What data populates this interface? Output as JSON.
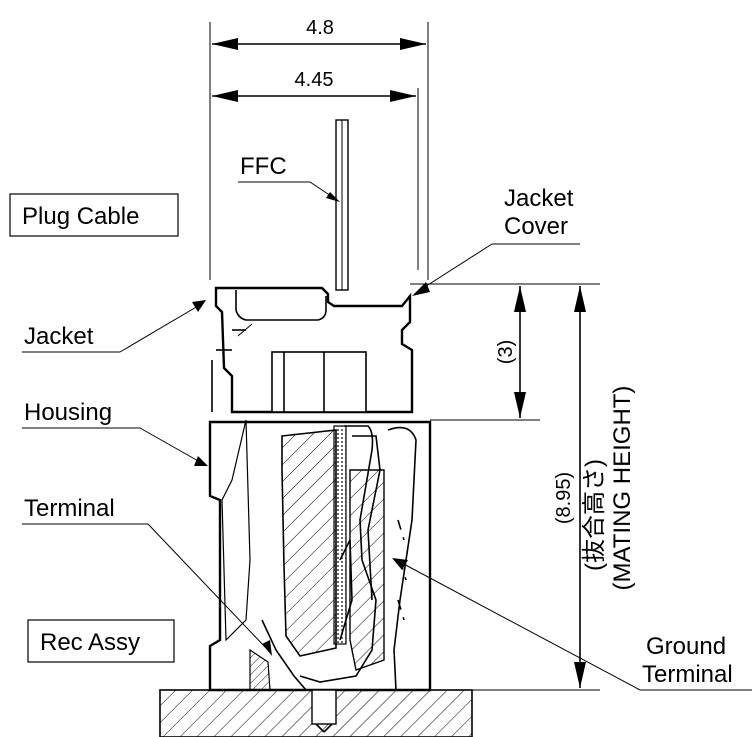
{
  "labels": {
    "plug_cable": "Plug Cable",
    "rec_assy": "Rec Assy",
    "ffc": "FFC",
    "jacket_cover_line1": "Jacket",
    "jacket_cover_line2": "Cover",
    "jacket": "Jacket",
    "housing": "Housing",
    "terminal": "Terminal",
    "ground_terminal_line1": "Ground",
    "ground_terminal_line2": "Terminal"
  },
  "dimensions": {
    "overall_width": "4.8",
    "inner_width": "4.45",
    "jacket_height": "(3)",
    "mating_height_value": "(8.95)",
    "mating_height_jp": "(抜合高さ)",
    "mating_height_en": "(MATING HEIGHT)"
  }
}
